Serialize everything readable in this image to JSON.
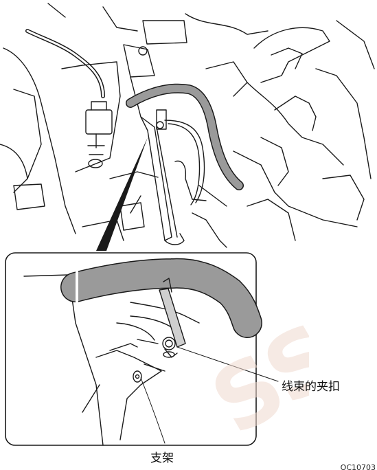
{
  "labels": {
    "harness_clip": "线束的夹扣",
    "bracket": "支架"
  },
  "figure_code": "OC10703",
  "watermark_text": "SS",
  "colors": {
    "line": "#1a1a1a",
    "harness_fill": "#9a9a9a",
    "background": "#ffffff",
    "watermark": "#f0d9cf"
  }
}
